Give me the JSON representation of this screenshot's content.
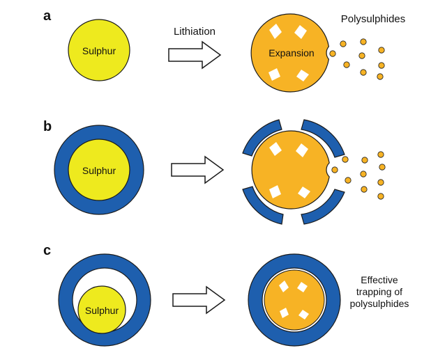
{
  "panels": {
    "a": {
      "letter": "a",
      "core_label": "Sulphur",
      "arrow_label": "Lithiation",
      "expansion_label": "Expansion",
      "polysulphides_label": "Polysulphides"
    },
    "b": {
      "letter": "b",
      "core_label": "Sulphur"
    },
    "c": {
      "letter": "c",
      "core_label": "Sulphur",
      "result_line1": "Effective",
      "result_line2": "trapping of",
      "result_line3": "polysulphides"
    }
  },
  "colors": {
    "sulphur": "#EEEA1E",
    "expanded": "#F7B325",
    "shell": "#1E5FAE",
    "outline": "#1A1A1A",
    "dot": "#F7B325"
  }
}
